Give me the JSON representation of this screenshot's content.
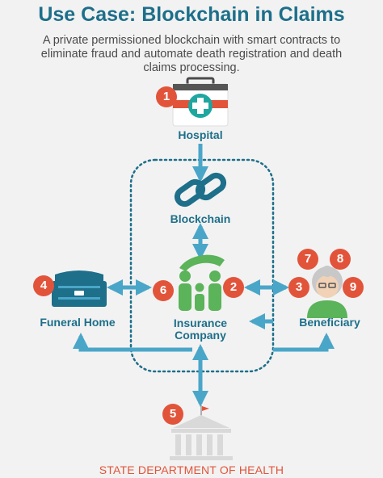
{
  "header": {
    "title": "Use Case: Blockchain in Claims",
    "subtitle": "A private permissioned blockchain with smart contracts to eliminate fraud and automate death registration and death claims processing."
  },
  "nodes": {
    "hospital": "Hospital",
    "blockchain": "Blockchain",
    "insurance_line1": "Insurance",
    "insurance_line2": "Company",
    "funeral_home": "Funeral Home",
    "beneficiary": "Beneficiary",
    "state_department": "STATE DEPARTMENT OF HEALTH"
  },
  "badges": [
    "1",
    "2",
    "3",
    "4",
    "5",
    "6",
    "7",
    "8",
    "9"
  ],
  "colors": {
    "teal": "#1d6f8a",
    "arrow": "#4aa6c8",
    "badge": "#e2543a",
    "insurance_green": "#5bb35a",
    "background": "#f2f2f2"
  },
  "icons": [
    "hospital-kit-icon",
    "chain-link-icon",
    "family-care-icon",
    "casket-icon",
    "grandmother-icon",
    "government-building-icon"
  ]
}
